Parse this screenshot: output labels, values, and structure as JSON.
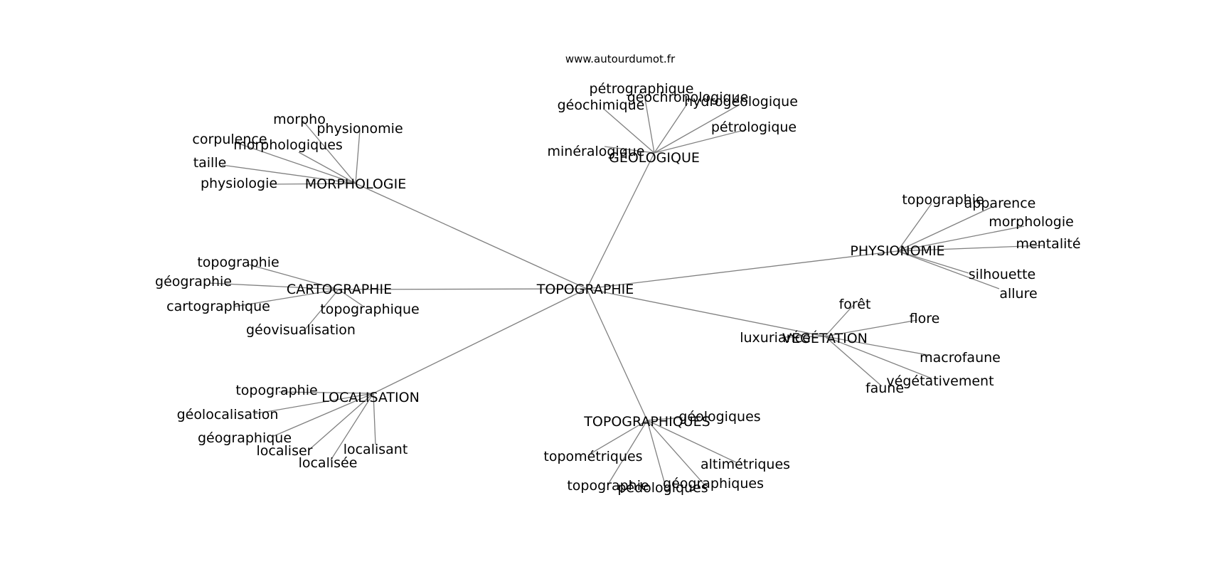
{
  "source": "www.autourdumot.fr",
  "center": {
    "label": "TOPOGRAPHIE"
  },
  "clusters": [
    {
      "label": "MORPHOLOGIE",
      "children": [
        "morpho",
        "physionomie",
        "corpulence",
        "morphologiques",
        "taille",
        "physiologie"
      ]
    },
    {
      "label": "GÉOLOGIQUE",
      "children": [
        "pétrographique",
        "géochronologique",
        "hydrogéologique",
        "géochimique",
        "pétrologique",
        "minéralogique"
      ]
    },
    {
      "label": "PHYSIONOMIE",
      "children": [
        "topographie",
        "apparence",
        "morphologie",
        "mentalité",
        "silhouette",
        "allure"
      ]
    },
    {
      "label": "CARTOGRAPHIE",
      "children": [
        "topographie",
        "géographie",
        "cartographique",
        "topographique",
        "géovisualisation"
      ]
    },
    {
      "label": "VÉGÉTATION",
      "children": [
        "forêt",
        "flore",
        "luxuriance",
        "macrofaune",
        "végétativement",
        "faune"
      ]
    },
    {
      "label": "LOCALISATION",
      "children": [
        "topographie",
        "géolocalisation",
        "géographique",
        "localiser",
        "localisant",
        "localisée"
      ]
    },
    {
      "label": "TOPOGRAPHIQUES",
      "children": [
        "géologiques",
        "topométriques",
        "altimétriques",
        "topographie",
        "pédologiques",
        "géographiques"
      ]
    }
  ]
}
